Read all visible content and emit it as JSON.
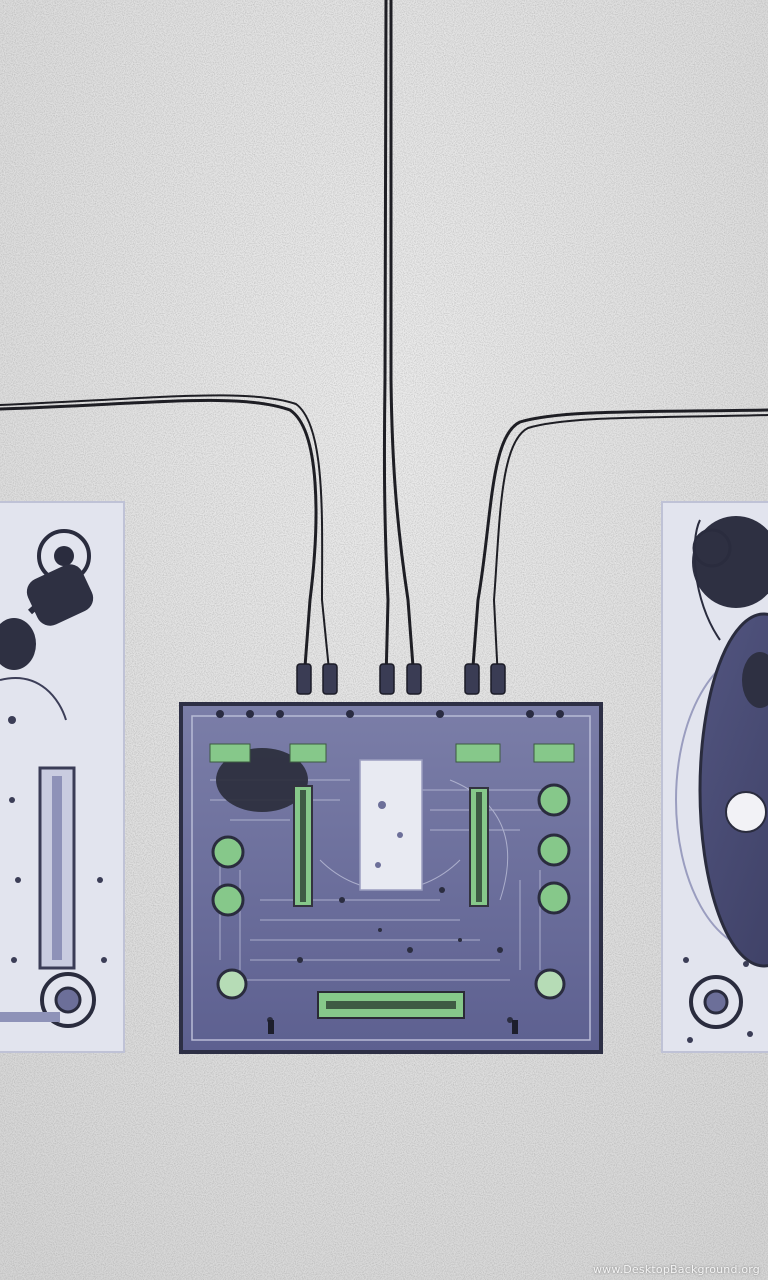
{
  "image": {
    "subject": "dj-setup-illustration",
    "watermark": "www.DesktopBackground.org"
  },
  "colors": {
    "background": "#dcdcdc",
    "cable": "#1e1e24",
    "device_fill": "#6c6f99",
    "device_edge": "#2d2f45",
    "panel_light": "#e6e8f0",
    "accent_green": "#86c88a"
  },
  "objects": [
    {
      "name": "mixer",
      "label": ""
    },
    {
      "name": "left-turntable",
      "label": ""
    },
    {
      "name": "right-turntable",
      "label": ""
    },
    {
      "name": "cables",
      "label": ""
    }
  ]
}
